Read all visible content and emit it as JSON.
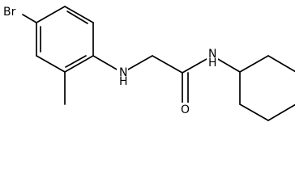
{
  "structure": {
    "atoms": {
      "bromine": "Br",
      "amine_nh": "N\nH",
      "amide_nh": "N\nH",
      "oxygen": "O"
    }
  }
}
